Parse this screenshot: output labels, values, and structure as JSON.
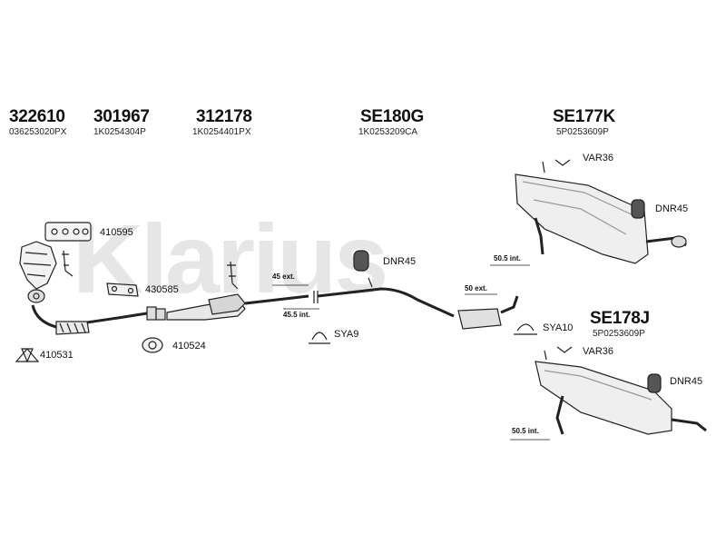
{
  "watermark": "Klarius",
  "groups": [
    {
      "part": "322610",
      "oe": "036253020PX"
    },
    {
      "part": "301967",
      "oe": "1K0254304P"
    },
    {
      "part": "312178",
      "oe": "1K0254401PX"
    },
    {
      "part": "SE180G",
      "oe": "1K0253209CA"
    },
    {
      "part": "SE177K",
      "oe": "5P0253609P"
    },
    {
      "part": "SE178J",
      "oe": "5P0253609P"
    }
  ],
  "labels": {
    "l410595": "410595",
    "l430585": "430585",
    "l410524": "410524",
    "l410531": "410531",
    "dnr_center": "DNR45",
    "sya9": "SYA9",
    "sya10": "SYA10",
    "var36_top": "VAR36",
    "dnr_top": "DNR45",
    "var36_bottom": "VAR36",
    "dnr_bottom": "DNR45"
  },
  "dimensions": {
    "d45ext": "45 ext.",
    "d455int": "45.5 int.",
    "d50ext": "50 ext.",
    "d505int_top": "50.5 int.",
    "d505int_bottom": "50.5 int."
  }
}
